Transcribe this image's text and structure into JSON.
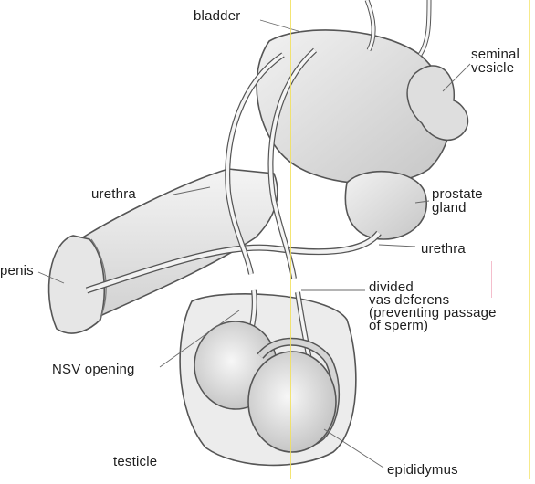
{
  "labels": {
    "bladder": "bladder",
    "seminal_vesicle": "seminal\nvesicle",
    "urethra_upper": "urethra",
    "prostate_gland": "prostate\ngland",
    "urethra_lower": "urethra",
    "penis": "penis",
    "divided_vas_deferens": "divided\nvas deferens\n(preventing passage\nof sperm)",
    "nsv_opening": "NSV opening",
    "testicle": "testicle",
    "epididymus": "epididymus"
  },
  "colors": {
    "outline": "#555555",
    "organ_fill": "#e4e4e4",
    "organ_shade": "#bdbdbd",
    "leader_line": "#6a6a6a",
    "text": "#1e1e1e",
    "guide_yellow": "#f2e15a",
    "guide_pink": "#f3b7c6"
  }
}
